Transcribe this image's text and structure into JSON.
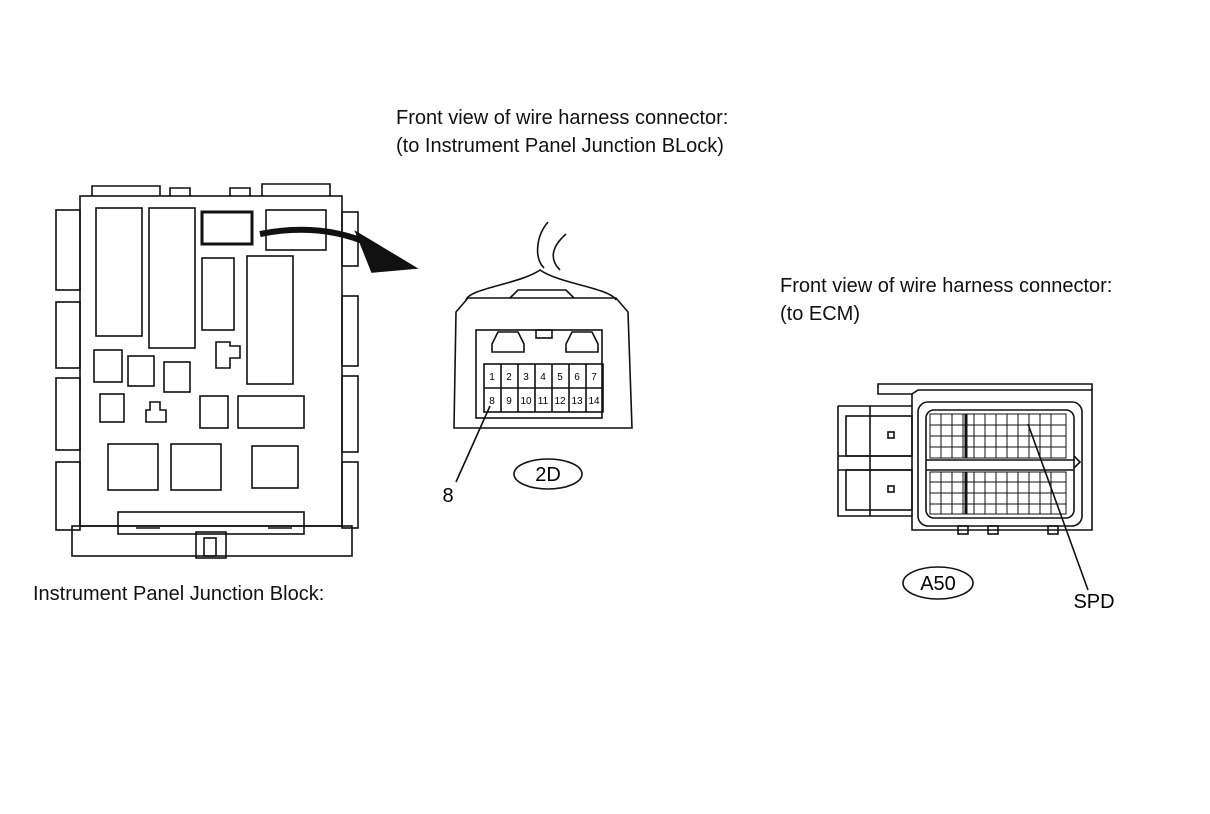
{
  "jb_connector": {
    "caption_line1": "Front view of wire harness connector:",
    "caption_line2": "(to Instrument Panel Junction BLock)",
    "code": "2D",
    "pins_top": [
      "1",
      "2",
      "3",
      "4",
      "5",
      "6",
      "7"
    ],
    "pins_bottom": [
      "8",
      "9",
      "10",
      "11",
      "12",
      "13",
      "14"
    ],
    "callout": "8"
  },
  "ecm_connector": {
    "caption_line1": "Front view of wire harness connector:",
    "caption_line2": "(to ECM)",
    "code": "A50",
    "callout": "SPD"
  },
  "junction_block": {
    "caption": "Instrument Panel Junction Block:"
  }
}
